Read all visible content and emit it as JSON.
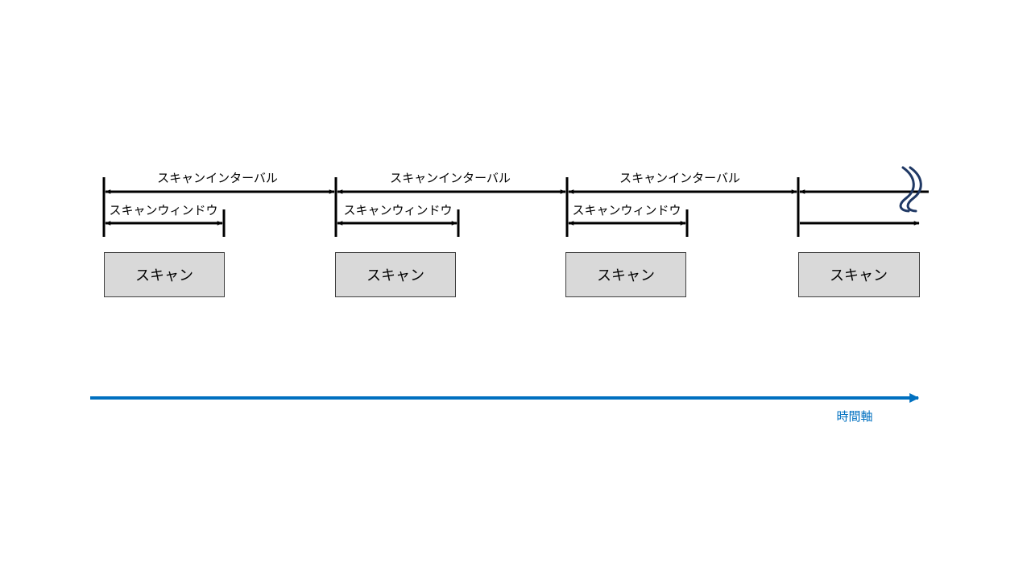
{
  "labels": {
    "scan_interval": "スキャンインターバル",
    "scan_window": "スキャンウィンドウ",
    "scan": "スキャン",
    "time_axis": "時間軸"
  },
  "colors": {
    "line": "#000000",
    "scan_fill": "#d9d9d9",
    "scan_border": "#404040",
    "axis": "#0070c0",
    "break_mark": "#1f3864"
  }
}
